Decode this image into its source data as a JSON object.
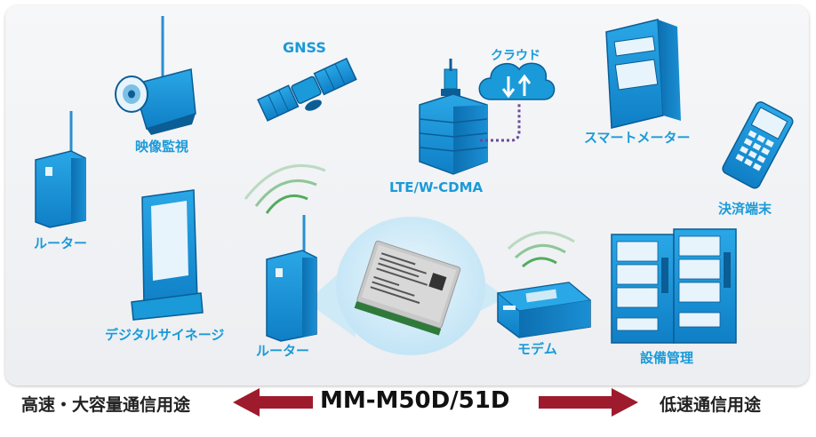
{
  "labels": {
    "gnss": "GNSS",
    "cloud": "クラウド",
    "video": "映像監視",
    "lte": "LTE/W-CDMA",
    "smart_meter": "スマートメーター",
    "payment": "決済端末",
    "router_left": "ルーター",
    "signage": "デジタルサイネージ",
    "router_center": "ルーター",
    "modem": "モデム",
    "facility": "設備管理"
  },
  "bottom": {
    "left_text": "高速・大容量通信用途",
    "center_text": "MM-M50D/51D",
    "right_text": "低速通信用途"
  },
  "colors": {
    "brand_blue": "#1a9ad8",
    "arrow_red": "#9e1b2e",
    "wifi_green": "#3fa34d",
    "dotted_purple": "#6a4aa0"
  }
}
